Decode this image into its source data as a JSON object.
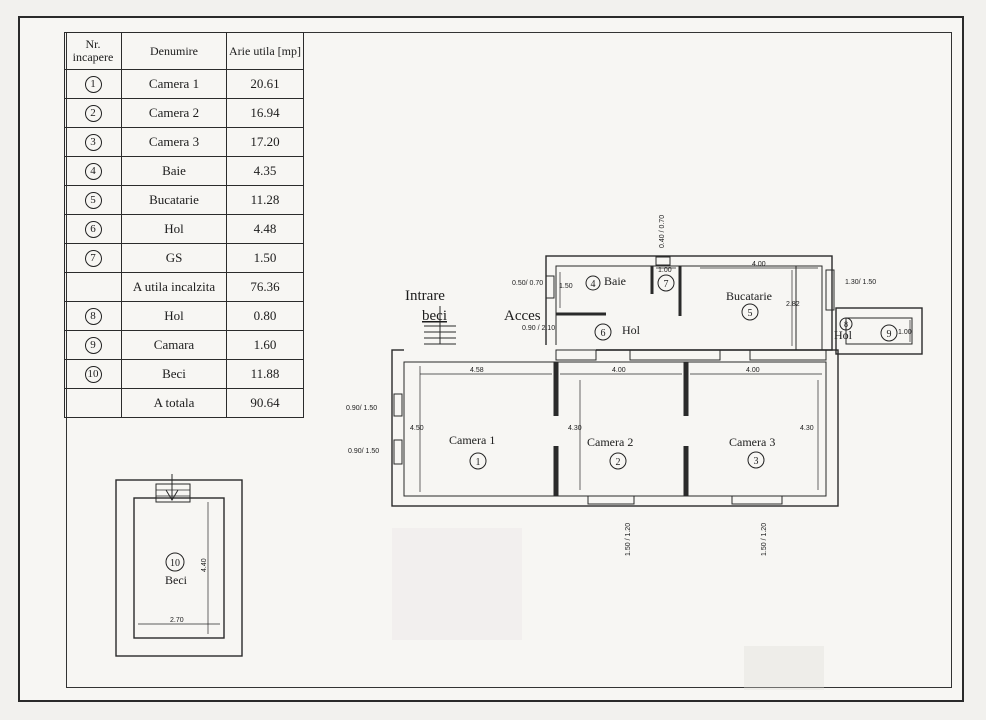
{
  "table": {
    "headers": {
      "nr": "Nr. incapere",
      "name": "Denumire",
      "area": "Arie utila [mp]"
    },
    "rows": [
      {
        "nr": "1",
        "name": "Camera 1",
        "area": "20.61"
      },
      {
        "nr": "2",
        "name": "Camera 2",
        "area": "16.94"
      },
      {
        "nr": "3",
        "name": "Camera 3",
        "area": "17.20"
      },
      {
        "nr": "4",
        "name": "Baie",
        "area": "4.35"
      },
      {
        "nr": "5",
        "name": "Bucatarie",
        "area": "11.28"
      },
      {
        "nr": "6",
        "name": "Hol",
        "area": "4.48"
      },
      {
        "nr": "7",
        "name": "GS",
        "area": "1.50"
      },
      {
        "nr": "",
        "name": "A utila incalzita",
        "area": "76.36"
      },
      {
        "nr": "8",
        "name": "Hol",
        "area": "0.80"
      },
      {
        "nr": "9",
        "name": "Camara",
        "area": "1.60"
      },
      {
        "nr": "10",
        "name": "Beci",
        "area": "11.88"
      },
      {
        "nr": "",
        "name": "A totala",
        "area": "90.64"
      }
    ]
  },
  "plan": {
    "entrance_label_1": "Intrare",
    "entrance_label_2": "beci",
    "access_label": "Acces",
    "rooms": {
      "camera1": {
        "name": "Camera 1",
        "num": "1"
      },
      "camera2": {
        "name": "Camera 2",
        "num": "2"
      },
      "camera3": {
        "name": "Camera 3",
        "num": "3"
      },
      "baie": {
        "name": "Baie",
        "num": "4"
      },
      "bucatarie": {
        "name": "Bucatarie",
        "num": "5"
      },
      "hol": {
        "name": "Hol",
        "num": "6"
      },
      "gs": {
        "num": "7"
      },
      "hol2": {
        "name": "Hol",
        "num": "8"
      },
      "camara": {
        "num": "9"
      }
    },
    "dims": {
      "d458": "4.58",
      "d400a": "4.00",
      "d400b": "4.00",
      "d400c": "4.00",
      "d450": "4.50",
      "d430a": "4.30",
      "d430b": "4.30",
      "d282": "2.82",
      "d150": "1.50",
      "d100a": "1.00",
      "d100b": "1.00",
      "w1": "0.90/ 1.50",
      "w2": "0.90/ 1.50",
      "w3": "0.50/ 0.70",
      "w4": "0.40 / 0.70",
      "w5": "1.30/ 1.50",
      "w6": "1.50 / 1.20",
      "w7": "1.50 / 1.20",
      "door": "0.90 / 2.10"
    }
  },
  "beci": {
    "name": "Beci",
    "num": "10",
    "d440": "4.40",
    "d270": "2.70"
  }
}
